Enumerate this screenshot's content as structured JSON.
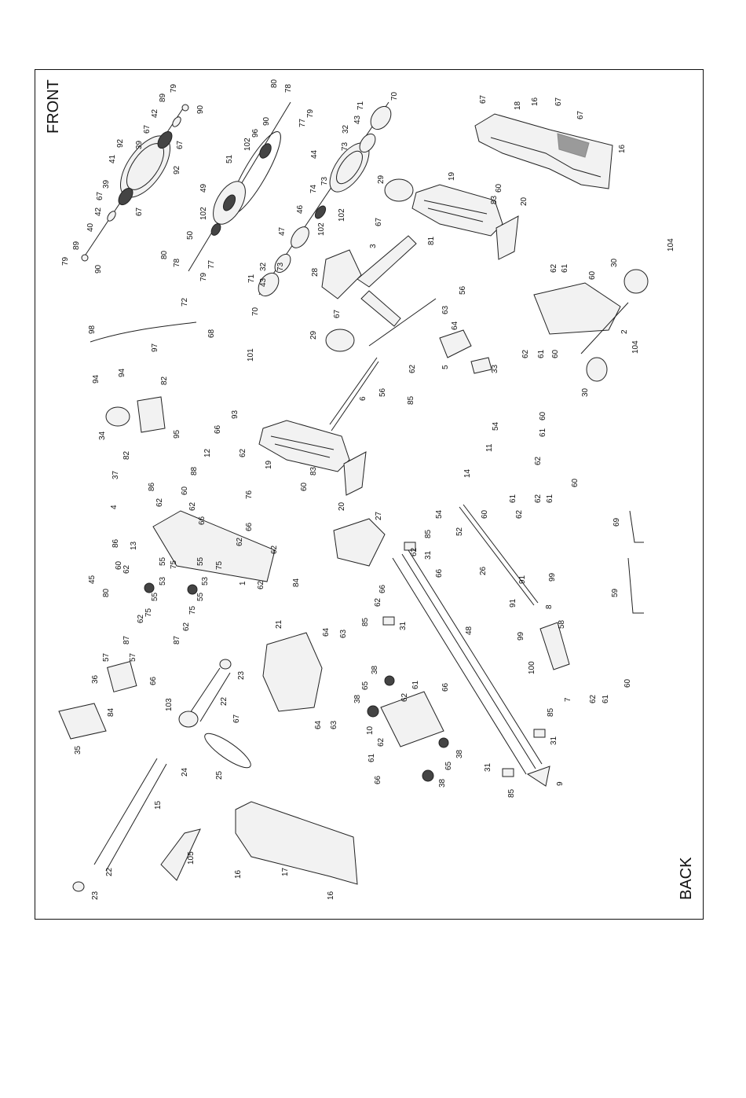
{
  "orientation_labels": {
    "front": "FRONT",
    "back": "BACK"
  },
  "callouts": [
    {
      "id": "p79a",
      "text": "79"
    },
    {
      "id": "p90a",
      "text": "90"
    },
    {
      "id": "p89a",
      "text": "89"
    },
    {
      "id": "p42a",
      "text": "42"
    },
    {
      "id": "p67a",
      "text": "67"
    },
    {
      "id": "p39a",
      "text": "39"
    },
    {
      "id": "p92a",
      "text": "92"
    },
    {
      "id": "p41",
      "text": "41"
    },
    {
      "id": "p67b",
      "text": "67"
    },
    {
      "id": "p92b",
      "text": "92"
    },
    {
      "id": "p39b",
      "text": "39"
    },
    {
      "id": "p67c",
      "text": "67"
    },
    {
      "id": "p42b",
      "text": "42"
    },
    {
      "id": "p40",
      "text": "40"
    },
    {
      "id": "p89b",
      "text": "89"
    },
    {
      "id": "p79b",
      "text": "79"
    },
    {
      "id": "p90b",
      "text": "90"
    },
    {
      "id": "p67d",
      "text": "67"
    },
    {
      "id": "p80a",
      "text": "80"
    },
    {
      "id": "p78a",
      "text": "78"
    },
    {
      "id": "p90c",
      "text": "90"
    },
    {
      "id": "p77a",
      "text": "77"
    },
    {
      "id": "p79c",
      "text": "79"
    },
    {
      "id": "p96",
      "text": "96"
    },
    {
      "id": "p102a",
      "text": "102"
    },
    {
      "id": "p51",
      "text": "51"
    },
    {
      "id": "p49",
      "text": "49"
    },
    {
      "id": "p102b",
      "text": "102"
    },
    {
      "id": "p50",
      "text": "50"
    },
    {
      "id": "p80b",
      "text": "80"
    },
    {
      "id": "p78b",
      "text": "78"
    },
    {
      "id": "p79d",
      "text": "79"
    },
    {
      "id": "p77b",
      "text": "77"
    },
    {
      "id": "p70a",
      "text": "70"
    },
    {
      "id": "p71a",
      "text": "71"
    },
    {
      "id": "p43a",
      "text": "43"
    },
    {
      "id": "p32a",
      "text": "32"
    },
    {
      "id": "p73a",
      "text": "73"
    },
    {
      "id": "p44",
      "text": "44"
    },
    {
      "id": "p73b",
      "text": "73"
    },
    {
      "id": "p74",
      "text": "74"
    },
    {
      "id": "p46",
      "text": "46"
    },
    {
      "id": "p102c",
      "text": "102"
    },
    {
      "id": "p102d",
      "text": "102"
    },
    {
      "id": "p47",
      "text": "47"
    },
    {
      "id": "p73c",
      "text": "73"
    },
    {
      "id": "p32b",
      "text": "32"
    },
    {
      "id": "p43b",
      "text": "43"
    },
    {
      "id": "p71b",
      "text": "71"
    },
    {
      "id": "p70b",
      "text": "70"
    },
    {
      "id": "p67e",
      "text": "67"
    },
    {
      "id": "p18",
      "text": "18"
    },
    {
      "id": "p16a",
      "text": "16"
    },
    {
      "id": "p67f",
      "text": "67"
    },
    {
      "id": "p67g",
      "text": "67"
    },
    {
      "id": "p16b",
      "text": "16"
    },
    {
      "id": "p29a",
      "text": "29"
    },
    {
      "id": "p19a",
      "text": "19"
    },
    {
      "id": "p60a",
      "text": "60"
    },
    {
      "id": "p83a",
      "text": "83"
    },
    {
      "id": "p20a",
      "text": "20"
    },
    {
      "id": "p67h",
      "text": "67"
    },
    {
      "id": "p81",
      "text": "81"
    },
    {
      "id": "p3",
      "text": "3"
    },
    {
      "id": "p28",
      "text": "28"
    },
    {
      "id": "p56a",
      "text": "56"
    },
    {
      "id": "p63a",
      "text": "63"
    },
    {
      "id": "p64a",
      "text": "64"
    },
    {
      "id": "p67i",
      "text": "67"
    },
    {
      "id": "p29b",
      "text": "29"
    },
    {
      "id": "p5",
      "text": "5"
    },
    {
      "id": "p33",
      "text": "33"
    },
    {
      "id": "p62a",
      "text": "62"
    },
    {
      "id": "p56b",
      "text": "56"
    },
    {
      "id": "p85a",
      "text": "85"
    },
    {
      "id": "p6",
      "text": "6"
    },
    {
      "id": "p72",
      "text": "72"
    },
    {
      "id": "p98",
      "text": "98"
    },
    {
      "id": "p97",
      "text": "97"
    },
    {
      "id": "p68",
      "text": "68"
    },
    {
      "id": "p62b",
      "text": "62"
    },
    {
      "id": "p61a",
      "text": "61"
    },
    {
      "id": "p60b",
      "text": "60"
    },
    {
      "id": "p30a",
      "text": "30"
    },
    {
      "id": "p104a",
      "text": "104"
    },
    {
      "id": "p2",
      "text": "2"
    },
    {
      "id": "p62c",
      "text": "62"
    },
    {
      "id": "p61b",
      "text": "61"
    },
    {
      "id": "p60c",
      "text": "60"
    },
    {
      "id": "p104b",
      "text": "104"
    },
    {
      "id": "p30b",
      "text": "30"
    },
    {
      "id": "p94a",
      "text": "94"
    },
    {
      "id": "p94b",
      "text": "94"
    },
    {
      "id": "p82a",
      "text": "82"
    },
    {
      "id": "p34",
      "text": "34"
    },
    {
      "id": "p95",
      "text": "95"
    },
    {
      "id": "p82b",
      "text": "82"
    },
    {
      "id": "p101",
      "text": "101"
    },
    {
      "id": "p93",
      "text": "93"
    },
    {
      "id": "p66a",
      "text": "66"
    },
    {
      "id": "p62d",
      "text": "62"
    },
    {
      "id": "p12",
      "text": "12"
    },
    {
      "id": "p88",
      "text": "88"
    },
    {
      "id": "p76",
      "text": "76"
    },
    {
      "id": "p19b",
      "text": "19"
    },
    {
      "id": "p83b",
      "text": "83"
    },
    {
      "id": "p60d",
      "text": "60"
    },
    {
      "id": "p20b",
      "text": "20"
    },
    {
      "id": "p37",
      "text": "37"
    },
    {
      "id": "p86a",
      "text": "86"
    },
    {
      "id": "p4",
      "text": "4"
    },
    {
      "id": "p62e",
      "text": "62"
    },
    {
      "id": "p60e",
      "text": "60"
    },
    {
      "id": "p62f",
      "text": "62"
    },
    {
      "id": "p66b",
      "text": "66"
    },
    {
      "id": "p86b",
      "text": "86"
    },
    {
      "id": "p13",
      "text": "13"
    },
    {
      "id": "p62g",
      "text": "62"
    },
    {
      "id": "p60f",
      "text": "60"
    },
    {
      "id": "p55a",
      "text": "55"
    },
    {
      "id": "p75a",
      "text": "75"
    },
    {
      "id": "p53a",
      "text": "53"
    },
    {
      "id": "p55b",
      "text": "55"
    },
    {
      "id": "p75b",
      "text": "75"
    },
    {
      "id": "p62h",
      "text": "62"
    },
    {
      "id": "p87a",
      "text": "87"
    },
    {
      "id": "p45",
      "text": "45"
    },
    {
      "id": "p80c",
      "text": "80"
    },
    {
      "id": "p55c",
      "text": "55"
    },
    {
      "id": "p53b",
      "text": "53"
    },
    {
      "id": "p55d",
      "text": "55"
    },
    {
      "id": "p75c",
      "text": "75"
    },
    {
      "id": "p62i",
      "text": "62"
    },
    {
      "id": "p87b",
      "text": "87"
    },
    {
      "id": "p75d",
      "text": "75"
    },
    {
      "id": "p1",
      "text": "1"
    },
    {
      "id": "p62j",
      "text": "62"
    },
    {
      "id": "p66c",
      "text": "66"
    },
    {
      "id": "p62k",
      "text": "62"
    },
    {
      "id": "p62l",
      "text": "62"
    },
    {
      "id": "p84a",
      "text": "84"
    },
    {
      "id": "p54a",
      "text": "54"
    },
    {
      "id": "p11",
      "text": "11"
    },
    {
      "id": "p60g",
      "text": "60"
    },
    {
      "id": "p61c",
      "text": "61"
    },
    {
      "id": "p62m",
      "text": "62"
    },
    {
      "id": "p14",
      "text": "14"
    },
    {
      "id": "p62n",
      "text": "62"
    },
    {
      "id": "p61d",
      "text": "61"
    },
    {
      "id": "p60h",
      "text": "60"
    },
    {
      "id": "p61e",
      "text": "61"
    },
    {
      "id": "p62o",
      "text": "62"
    },
    {
      "id": "p60i",
      "text": "60"
    },
    {
      "id": "p54b",
      "text": "54"
    },
    {
      "id": "p52",
      "text": "52"
    },
    {
      "id": "p85b",
      "text": "85"
    },
    {
      "id": "p27",
      "text": "27"
    },
    {
      "id": "p62p",
      "text": "62"
    },
    {
      "id": "p66d",
      "text": "66"
    },
    {
      "id": "p31a",
      "text": "31"
    },
    {
      "id": "p26",
      "text": "26"
    },
    {
      "id": "p91a",
      "text": "91"
    },
    {
      "id": "p99a",
      "text": "99"
    },
    {
      "id": "p91b",
      "text": "91"
    },
    {
      "id": "p8",
      "text": "8"
    },
    {
      "id": "p69",
      "text": "69"
    },
    {
      "id": "p59",
      "text": "59"
    },
    {
      "id": "p66e",
      "text": "66"
    },
    {
      "id": "p62q",
      "text": "62"
    },
    {
      "id": "p85c",
      "text": "85"
    },
    {
      "id": "p31b",
      "text": "31"
    },
    {
      "id": "p48",
      "text": "48"
    },
    {
      "id": "p99b",
      "text": "99"
    },
    {
      "id": "p58",
      "text": "58"
    },
    {
      "id": "p100",
      "text": "100"
    },
    {
      "id": "p60j",
      "text": "60"
    },
    {
      "id": "p61f",
      "text": "61"
    },
    {
      "id": "p62r",
      "text": "62"
    },
    {
      "id": "p7",
      "text": "7"
    },
    {
      "id": "p21",
      "text": "21"
    },
    {
      "id": "p64b",
      "text": "64"
    },
    {
      "id": "p63b",
      "text": "63"
    },
    {
      "id": "p64c",
      "text": "64"
    },
    {
      "id": "p63c",
      "text": "63"
    },
    {
      "id": "p57a",
      "text": "57"
    },
    {
      "id": "p57b",
      "text": "57"
    },
    {
      "id": "p36",
      "text": "36"
    },
    {
      "id": "p66f",
      "text": "66"
    },
    {
      "id": "p84b",
      "text": "84"
    },
    {
      "id": "p35",
      "text": "35"
    },
    {
      "id": "p23a",
      "text": "23"
    },
    {
      "id": "p22a",
      "text": "22"
    },
    {
      "id": "p103",
      "text": "103"
    },
    {
      "id": "p67j",
      "text": "67"
    },
    {
      "id": "p24",
      "text": "24"
    },
    {
      "id": "p25",
      "text": "25"
    },
    {
      "id": "p15",
      "text": "15"
    },
    {
      "id": "p22b",
      "text": "22"
    },
    {
      "id": "p23b",
      "text": "23"
    },
    {
      "id": "p105",
      "text": "105"
    },
    {
      "id": "p38a",
      "text": "38"
    },
    {
      "id": "p65a",
      "text": "65"
    },
    {
      "id": "p38b",
      "text": "38"
    },
    {
      "id": "p62s",
      "text": "62"
    },
    {
      "id": "p61g",
      "text": "61"
    },
    {
      "id": "p66g",
      "text": "66"
    },
    {
      "id": "p10",
      "text": "10"
    },
    {
      "id": "p62t",
      "text": "62"
    },
    {
      "id": "p61h",
      "text": "61"
    },
    {
      "id": "p66h",
      "text": "66"
    },
    {
      "id": "p65b",
      "text": "65"
    },
    {
      "id": "p38c",
      "text": "38"
    },
    {
      "id": "p38d",
      "text": "38"
    },
    {
      "id": "p85d",
      "text": "85"
    },
    {
      "id": "p31c",
      "text": "31"
    },
    {
      "id": "p31d",
      "text": "31"
    },
    {
      "id": "p85e",
      "text": "85"
    },
    {
      "id": "p9",
      "text": "9"
    },
    {
      "id": "p16c",
      "text": "16"
    },
    {
      "id": "p17",
      "text": "17"
    },
    {
      "id": "p16d",
      "text": "16"
    }
  ]
}
